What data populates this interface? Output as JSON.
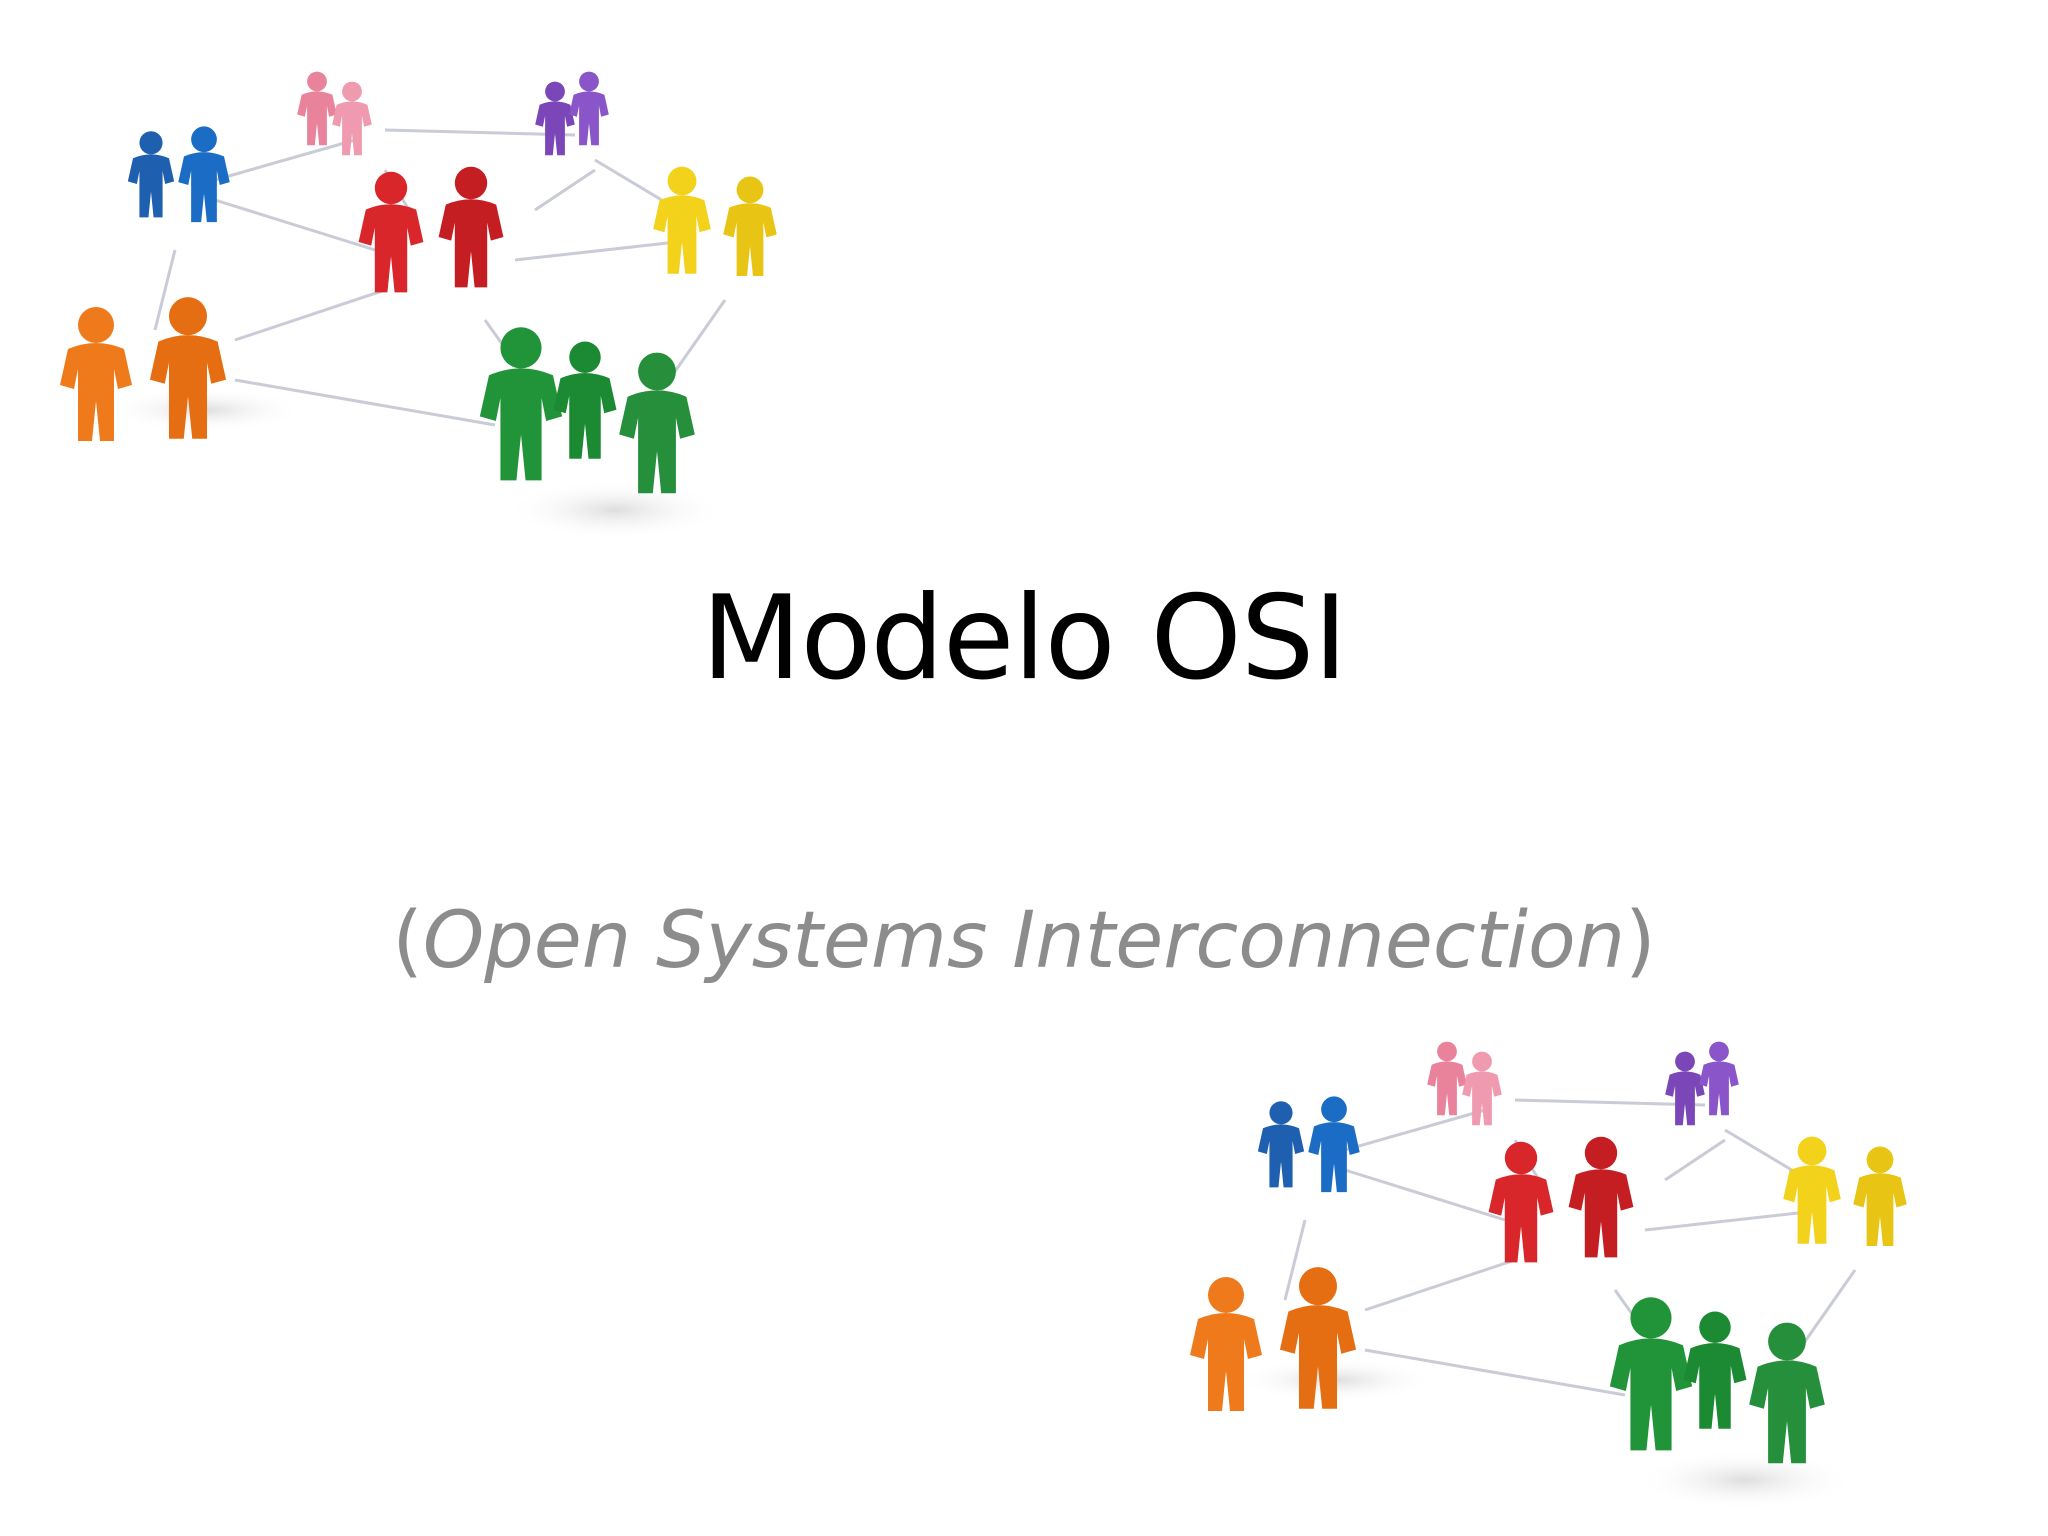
{
  "slide": {
    "title": "Modelo OSI",
    "subtitle": {
      "open": "(",
      "text": "Open Systems Interconnection",
      "close": ")"
    }
  },
  "colors": {
    "title": "#000000",
    "subtitle": "#8c8c8c",
    "figures": [
      "#1f5fb0",
      "#e9839c",
      "#7b47b8",
      "#d8262a",
      "#f2d21b",
      "#ee7a1c",
      "#21943a"
    ]
  },
  "images": [
    {
      "name": "people-network-illustration-top-left"
    },
    {
      "name": "people-network-illustration-bottom-right"
    }
  ]
}
